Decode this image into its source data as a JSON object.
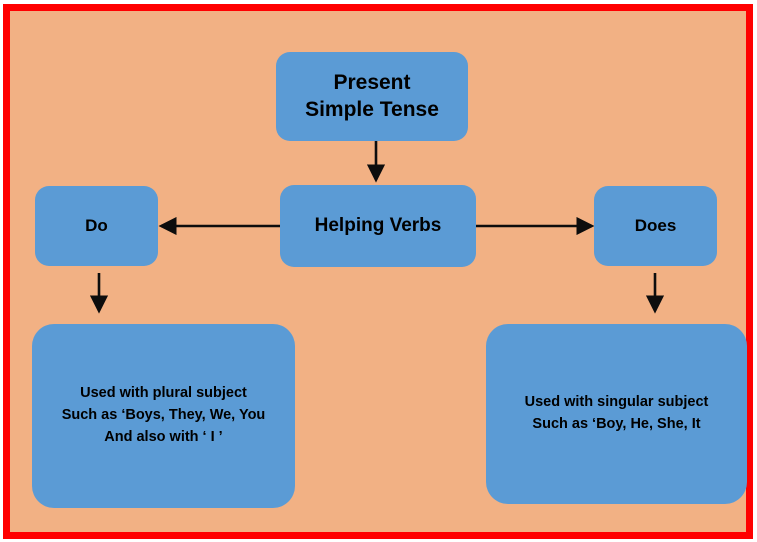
{
  "diagram": {
    "title": "Present Simple Tense",
    "background_color": "#F2B184",
    "border_color": "#FF0000",
    "node_color": "#5B9BD5",
    "text_color": "#000000",
    "nodes": [
      {
        "id": "title",
        "label": "Present\nSimple Tense"
      },
      {
        "id": "helping",
        "label": "Helping Verbs"
      },
      {
        "id": "do",
        "label": "Do"
      },
      {
        "id": "does",
        "label": "Does"
      },
      {
        "id": "plural",
        "label": "Used with plural subject\nSuch as ‘Boys, They, We, You\nAnd also with ‘ I ’"
      },
      {
        "id": "singular",
        "label": "Used with singular subject\nSuch as ‘Boy, He, She, It"
      }
    ],
    "edges": [
      {
        "id": "title-to-helping",
        "from": "title",
        "to": "helping",
        "direction": "down"
      },
      {
        "id": "helping-to-do",
        "from": "helping",
        "to": "do",
        "direction": "left"
      },
      {
        "id": "helping-to-does",
        "from": "helping",
        "to": "does",
        "direction": "right"
      },
      {
        "id": "do-to-plural",
        "from": "do",
        "to": "plural",
        "direction": "down"
      },
      {
        "id": "does-to-singular",
        "from": "does",
        "to": "singular",
        "direction": "down"
      }
    ]
  }
}
